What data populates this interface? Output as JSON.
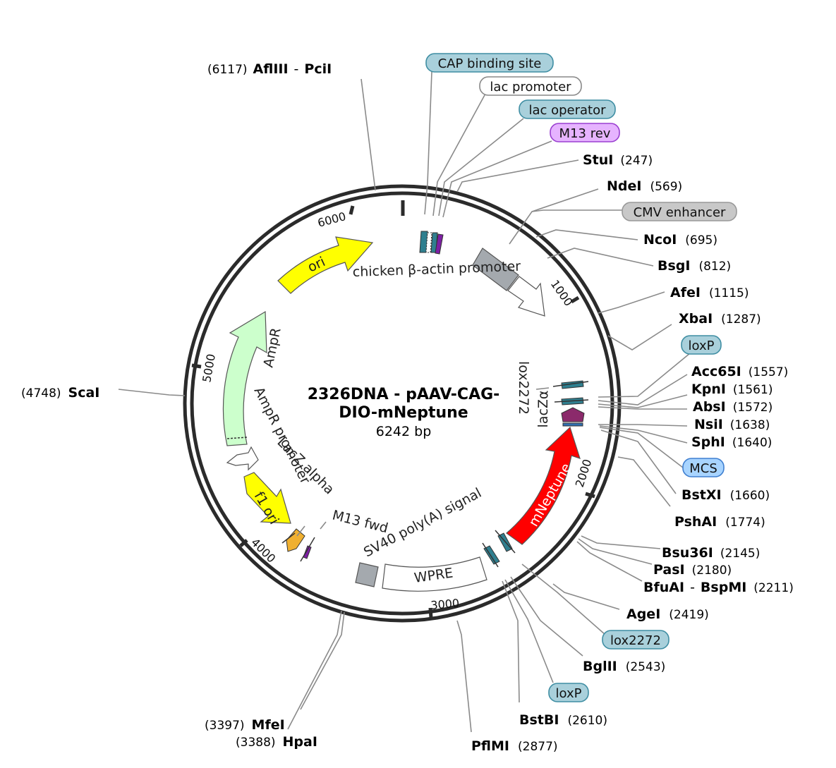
{
  "title_line1": "2326DNA - pAAV-CAG-",
  "title_line2": "DIO-mNeptune",
  "size": "6242 bp",
  "ticks": [
    "1000",
    "2000",
    "3000",
    "4000",
    "5000",
    "6000"
  ],
  "enzymes": {
    "afliii": {
      "name": "AflIII",
      "sep": "-",
      "name2": "PciI",
      "pos": "(6117)"
    },
    "stui": {
      "name": "StuI",
      "pos": "(247)"
    },
    "ndei": {
      "name": "NdeI",
      "pos": "(569)"
    },
    "ncoi": {
      "name": "NcoI",
      "pos": "(695)"
    },
    "bsgi": {
      "name": "BsgI",
      "pos": "(812)"
    },
    "afei": {
      "name": "AfeI",
      "pos": "(1115)"
    },
    "xbai": {
      "name": "XbaI",
      "pos": "(1287)"
    },
    "acc65i": {
      "name": "Acc65I",
      "pos": "(1557)"
    },
    "kpni": {
      "name": "KpnI",
      "pos": "(1561)"
    },
    "absi": {
      "name": "AbsI",
      "pos": "(1572)"
    },
    "nsii": {
      "name": "NsiI",
      "pos": "(1638)"
    },
    "sphi": {
      "name": "SphI",
      "pos": "(1640)"
    },
    "bstxi": {
      "name": "BstXI",
      "pos": "(1660)"
    },
    "pshai": {
      "name": "PshAI",
      "pos": "(1774)"
    },
    "bsu36i": {
      "name": "Bsu36I",
      "pos": "(2145)"
    },
    "pasi": {
      "name": "PasI",
      "pos": "(2180)"
    },
    "bfuai": {
      "name": "BfuAI",
      "sep": "-",
      "name2": "BspMI",
      "pos": "(2211)"
    },
    "agei": {
      "name": "AgeI",
      "pos": "(2419)"
    },
    "bglii": {
      "name": "BglII",
      "pos": "(2543)"
    },
    "bstbi": {
      "name": "BstBI",
      "pos": "(2610)"
    },
    "pflmi": {
      "name": "PflMI",
      "pos": "(2877)"
    },
    "mfei": {
      "name": "MfeI",
      "pos": "(3397)"
    },
    "hpai": {
      "name": "HpaI",
      "pos": "(3388)"
    },
    "scai": {
      "name": "ScaI",
      "pos": "(4748)"
    }
  },
  "boxed_features": {
    "cap": "CAP binding site",
    "lacpromoter": "lac promoter",
    "lacoperator": "lac operator",
    "m13rev": "M13 rev",
    "cmv": "CMV enhancer",
    "loxp_top": "loxP",
    "mcs": "MCS",
    "lox2272_bottom": "lox2272",
    "loxp_bottom": "loxP"
  },
  "inner_labels": {
    "ori": "ori",
    "chicken": "chicken β-actin promoter",
    "ampr": "AmpR",
    "ampr_promoter": "AmpR promoter",
    "lacz_alpha": "LacZ alpha",
    "f1ori": "f1 ori",
    "m13fwd": "M13 fwd",
    "sv40": "SV40 poly(A) signal",
    "wpre": "WPRE",
    "mneptune": "mNeptune",
    "lox2272_inner": "lox2272",
    "laczalpha_inner": "lacZα"
  },
  "colors": {
    "backbone": "#2b2b2b",
    "ori": "#ffff00",
    "f1ori": "#ffff00",
    "ampr": "#ccffcc",
    "mneptune": "#ff0000",
    "promoter_gray": "#a4a9ae",
    "lox_teal": "#2f7f8f",
    "feature_blue_box": "#a9d0db",
    "cmv_box": "#c8c8c8",
    "m13rev_box": "#e6b3ff",
    "mcs_box": "#a8d4ff",
    "lacz_purple": "#8b2a6b",
    "primer_purple": "#7d1fa3",
    "f1_orange": "#f0b030"
  }
}
